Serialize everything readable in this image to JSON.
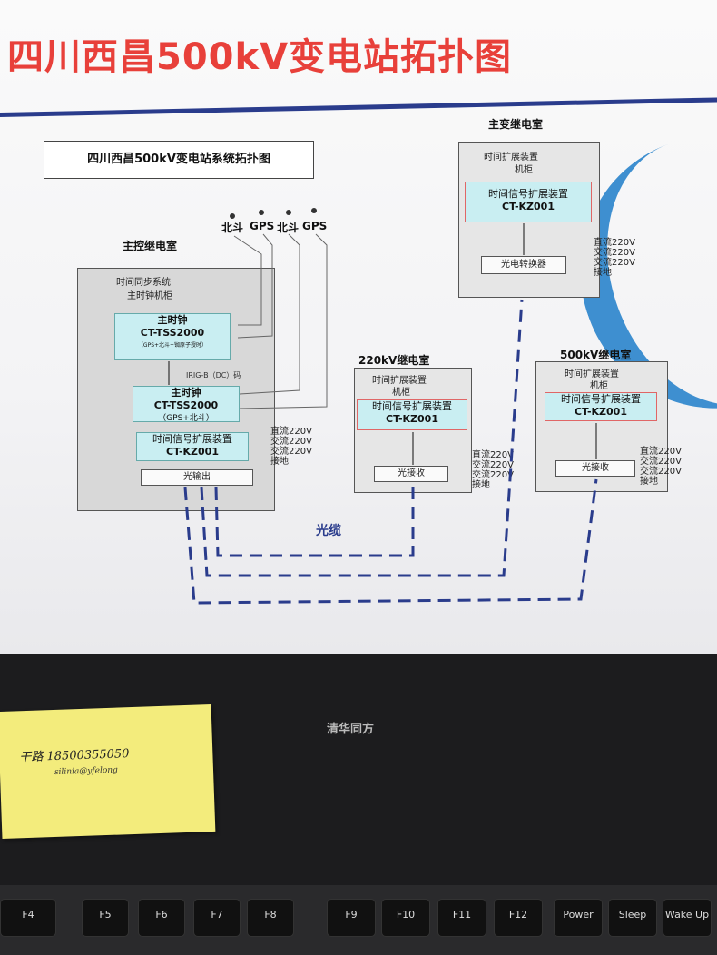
{
  "slide": {
    "title": "四川西昌500kV变电站拓扑图",
    "diagram_title": "四川西昌500kV变电站系统拓扑图"
  },
  "main_room": {
    "label": "主控继电室",
    "cabinet_title_1": "时间同步系统",
    "cabinet_title_2": "主时钟机柜",
    "clock1_line1": "主时钟",
    "clock1_line2": "CT-TSS2000",
    "clock1_line3": "（GPS+北斗+铷原子授时）",
    "irig_label": "IRIG-B（DC）码",
    "clock2_line1": "主时钟",
    "clock2_line2": "CT-TSS2000",
    "clock2_line3": "（GPS+北斗）",
    "ext_line1": "时间信号扩展装置",
    "ext_line2": "CT-KZ001",
    "optical_out": "光输出"
  },
  "antennas": [
    "北斗",
    "GPS",
    "北斗",
    "GPS"
  ],
  "power": [
    "直流220V",
    "交流220V",
    "交流220V",
    "接地"
  ],
  "room_220": {
    "label": "220kV继电室",
    "cab1": "时间扩展装置",
    "cab2": "机柜",
    "ext_line1": "时间信号扩展装置",
    "ext_line2": "CT-KZ001",
    "receiver": "光接收"
  },
  "room_500": {
    "label": "500kV继电室",
    "cab1": "时间扩展装置",
    "cab2": "机柜",
    "ext_line1": "时间信号扩展装置",
    "ext_line2": "CT-KZ001",
    "receiver": "光接收"
  },
  "room_main_transformer": {
    "label": "主变继电室",
    "cab1": "时间扩展装置",
    "cab2": "机柜",
    "ext_line1": "时间信号扩展装置",
    "ext_line2": "CT-KZ001",
    "converter": "光电转换器"
  },
  "cable_label": "光缆",
  "monitor_brand": "清华同方",
  "note": {
    "line1": "干路 18500355050",
    "line2": "silinia@yfelong"
  },
  "keyboard": [
    "F4",
    "F5",
    "F6",
    "F7",
    "F8",
    "F9",
    "F10",
    "F11",
    "F12",
    "Power",
    "Sleep",
    "Wake Up"
  ],
  "colors": {
    "title_red": "#e8403a",
    "rule_blue": "#2a3c8c",
    "cable_blue": "#2a3c8c",
    "device_cyan": "#c9eef2"
  }
}
